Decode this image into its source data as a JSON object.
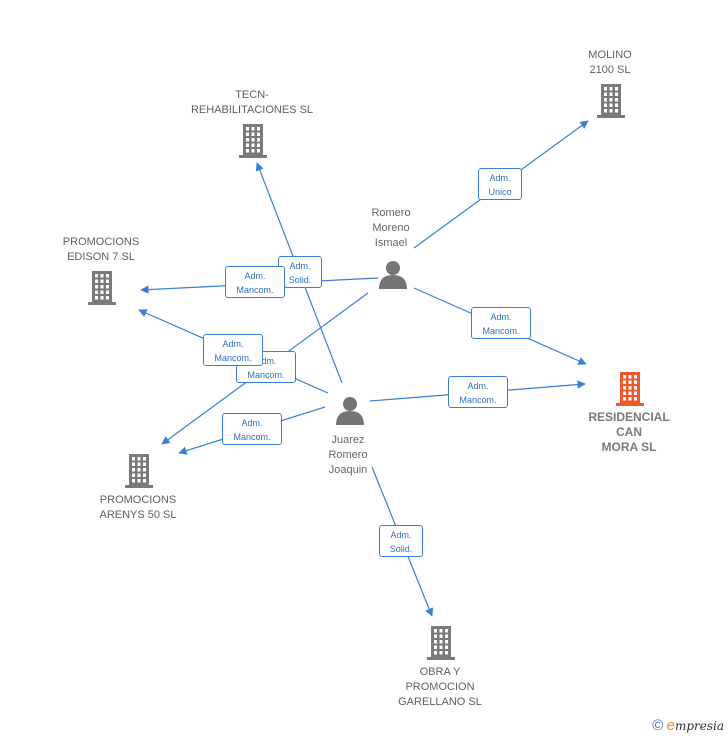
{
  "colors": {
    "edge": "#3a7fd5",
    "building": "#7a7a7a",
    "building_highlight": "#f0572b",
    "person": "#757575"
  },
  "nodes": {
    "molino": {
      "label": "MOLINO\n2100 SL",
      "icon": "building-icon"
    },
    "tecn": {
      "label": "TECN-\nREHABILITACIONES SL",
      "icon": "building-icon"
    },
    "edison": {
      "label": "PROMOCIONS\nEDISON 7  SL",
      "icon": "building-icon"
    },
    "residencial": {
      "label": "RESIDENCIAL\nCAN\nMORA  SL",
      "icon": "building-icon"
    },
    "arenys": {
      "label": "PROMOCIONS\nARENYS 50  SL",
      "icon": "building-icon"
    },
    "obra": {
      "label": "OBRA Y\nPROMOCION\nGARELLANO SL",
      "icon": "building-icon"
    },
    "romero": {
      "label": "Romero\nMoreno\nIsmael",
      "icon": "person-icon"
    },
    "juarez": {
      "label": "Juarez\nRomero\nJoaquin",
      "icon": "person-icon"
    }
  },
  "edge_labels": {
    "romero_molino": "Adm.\nUnico",
    "juarez_tecn": "Adm.\nSolid.",
    "romero_edison": "Adm.\nMancom.",
    "romero_residencial": "Adm.\nMancom.",
    "romero_arenys": "Adm.\nMancom.",
    "juarez_edison": "Adm.\nMancom.",
    "juarez_residencial": "Adm.\nMancom.",
    "juarez_arenys": "Adm.\nMancom.",
    "juarez_obra": "Adm.\nSolid."
  },
  "footer": {
    "copyright": "©",
    "brand_initial": "e",
    "brand_rest": "mpresia"
  }
}
